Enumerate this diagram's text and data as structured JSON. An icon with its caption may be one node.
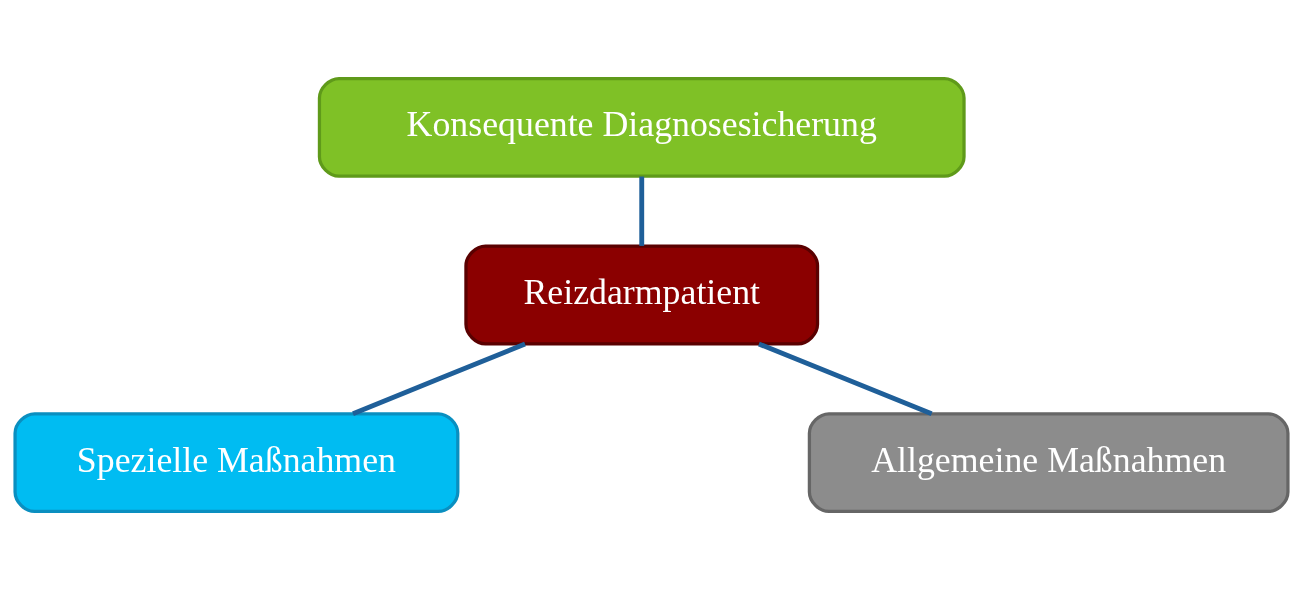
{
  "diagram": {
    "nodes": [
      {
        "text": [
          "Konsequente Diagnosesicherung"
        ]
      },
      {
        "text": [
          "Reizdarmpatient"
        ]
      },
      {
        "text": [
          "Spezielle Maßnahmen"
        ]
      },
      {
        "text": [
          "Allgemeine Maßnahmen"
        ]
      }
    ],
    "edges": [
      {
        "from": 0,
        "to": 1,
        "arrow": "none"
      },
      {
        "from": 1,
        "to": 2,
        "arrow": "none"
      },
      {
        "from": 1,
        "to": 3,
        "arrow": "none"
      }
    ]
  }
}
